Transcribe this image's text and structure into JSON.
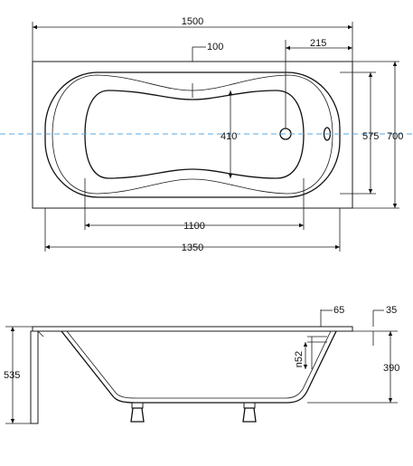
{
  "top_view": {
    "dims": {
      "overall_length": "1500",
      "rim_offset": "100",
      "drain_offset": "215",
      "inner_width": "410",
      "bowl_width": "575",
      "overall_width": "700",
      "bottom_length": "1100",
      "bowl_length": "1350"
    }
  },
  "side_view": {
    "dims": {
      "rim_depth": "65",
      "rim_thickness": "35",
      "drain_height": "n52",
      "inner_depth": "390",
      "overall_height": "535"
    }
  },
  "colors": {
    "lines": "#1a1a1a",
    "centerline": "#5aa9e0"
  }
}
